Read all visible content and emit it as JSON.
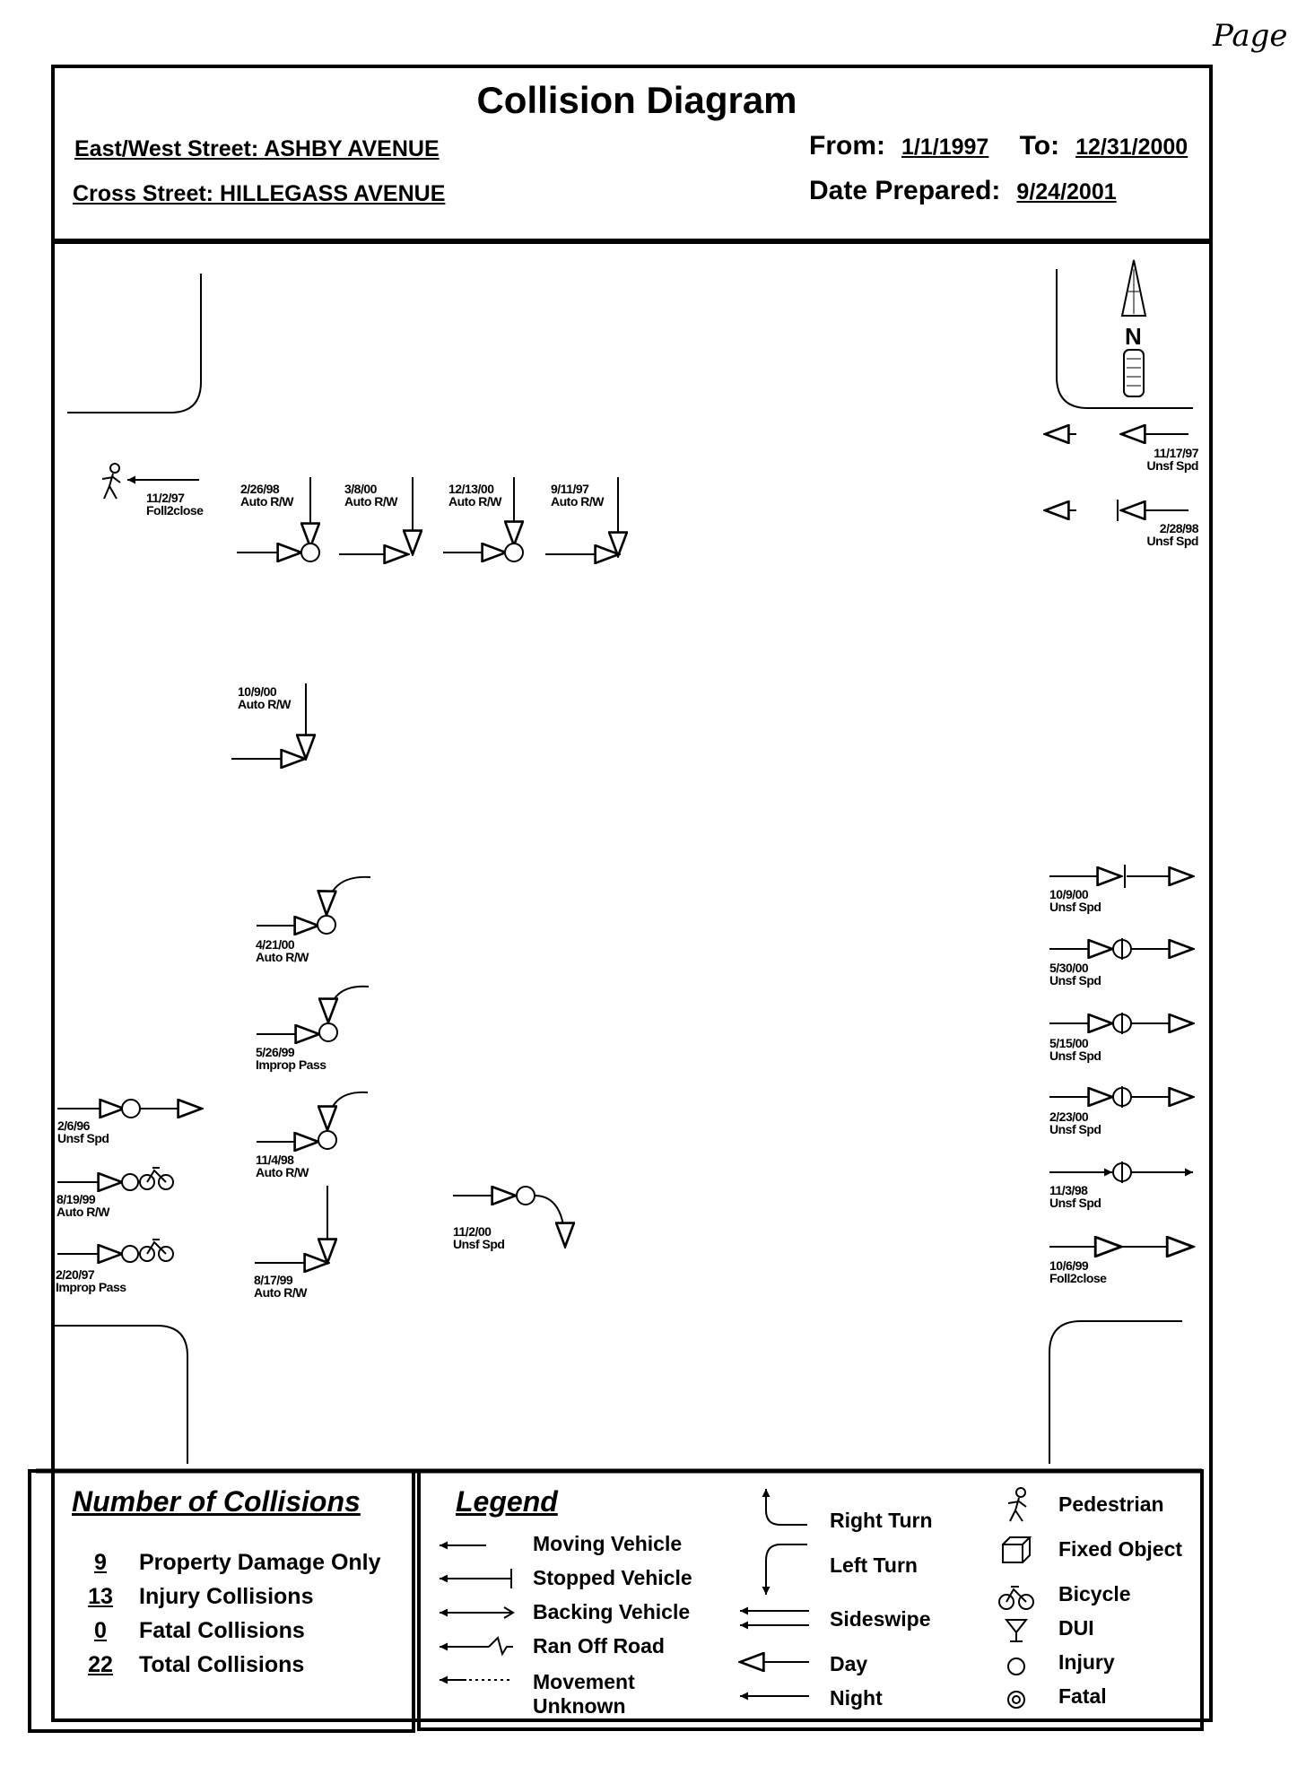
{
  "corner_note": "Page",
  "title": "Collision Diagram",
  "header": {
    "east_west_label": "East/West Street:",
    "east_west_value": "ASHBY AVENUE",
    "cross_label": "Cross Street:",
    "cross_value": "HILLEGASS AVENUE",
    "from_label": "From:",
    "from_value": "1/1/1997",
    "to_label": "To:",
    "to_value": "12/31/2000",
    "prepared_label": "Date Prepared:",
    "prepared_value": "9/24/2001"
  },
  "north_label": "N",
  "collisions": [
    {
      "date": "11/17/97",
      "type": "Unsf Spd"
    },
    {
      "date": "2/28/98",
      "type": "Unsf Spd"
    },
    {
      "date": "11/2/97",
      "type": "Foll2close"
    },
    {
      "date": "2/26/98",
      "type": "Auto R/W"
    },
    {
      "date": "3/8/00",
      "type": "Auto R/W"
    },
    {
      "date": "12/13/00",
      "type": "Auto R/W"
    },
    {
      "date": "9/11/97",
      "type": "Auto R/W"
    },
    {
      "date": "10/9/00",
      "type": "Auto R/W"
    },
    {
      "date": "4/21/00",
      "type": "Auto R/W"
    },
    {
      "date": "5/26/99",
      "type": "Improp Pass"
    },
    {
      "date": "11/4/98",
      "type": "Auto R/W"
    },
    {
      "date": "8/17/99",
      "type": "Auto R/W"
    },
    {
      "date": "2/6/96",
      "type": "Unsf Spd"
    },
    {
      "date": "8/19/99",
      "type": "Auto R/W"
    },
    {
      "date": "2/20/97",
      "type": "Improp Pass"
    },
    {
      "date": "11/2/00",
      "type": "Unsf Spd"
    },
    {
      "date": "10/9/00",
      "type": "Unsf Spd"
    },
    {
      "date": "5/30/00",
      "type": "Unsf Spd"
    },
    {
      "date": "5/15/00",
      "type": "Unsf Spd"
    },
    {
      "date": "2/23/00",
      "type": "Unsf Spd"
    },
    {
      "date": "11/3/98",
      "type": "Unsf Spd"
    },
    {
      "date": "10/6/99",
      "type": "Foll2close"
    }
  ],
  "summary": {
    "title": "Number of Collisions",
    "rows": [
      {
        "count": "9",
        "label": "Property Damage Only"
      },
      {
        "count": "13",
        "label": "Injury Collisions"
      },
      {
        "count": "0",
        "label": "Fatal Collisions"
      },
      {
        "count": "22",
        "label": "Total Collisions"
      }
    ]
  },
  "legend": {
    "title": "Legend",
    "col1": [
      "Moving Vehicle",
      "Stopped Vehicle",
      "Backing Vehicle",
      "Ran Off Road",
      "Movement\nUnknown"
    ],
    "col2": [
      "Right Turn",
      "Left Turn",
      "Sideswipe",
      "Day",
      "Night"
    ],
    "col3": [
      "Pedestrian",
      "Fixed Object",
      "Bicycle",
      "DUI",
      "Injury",
      "Fatal"
    ]
  },
  "icons": {
    "north": "north-arrow-icon",
    "pedestrian": "pedestrian-icon",
    "bicycle": "bicycle-icon",
    "injury": "injury-circle-icon",
    "fatal": "fatal-double-circle-icon",
    "fixed_object": "fixed-object-box-icon",
    "dui": "dui-glass-icon"
  }
}
